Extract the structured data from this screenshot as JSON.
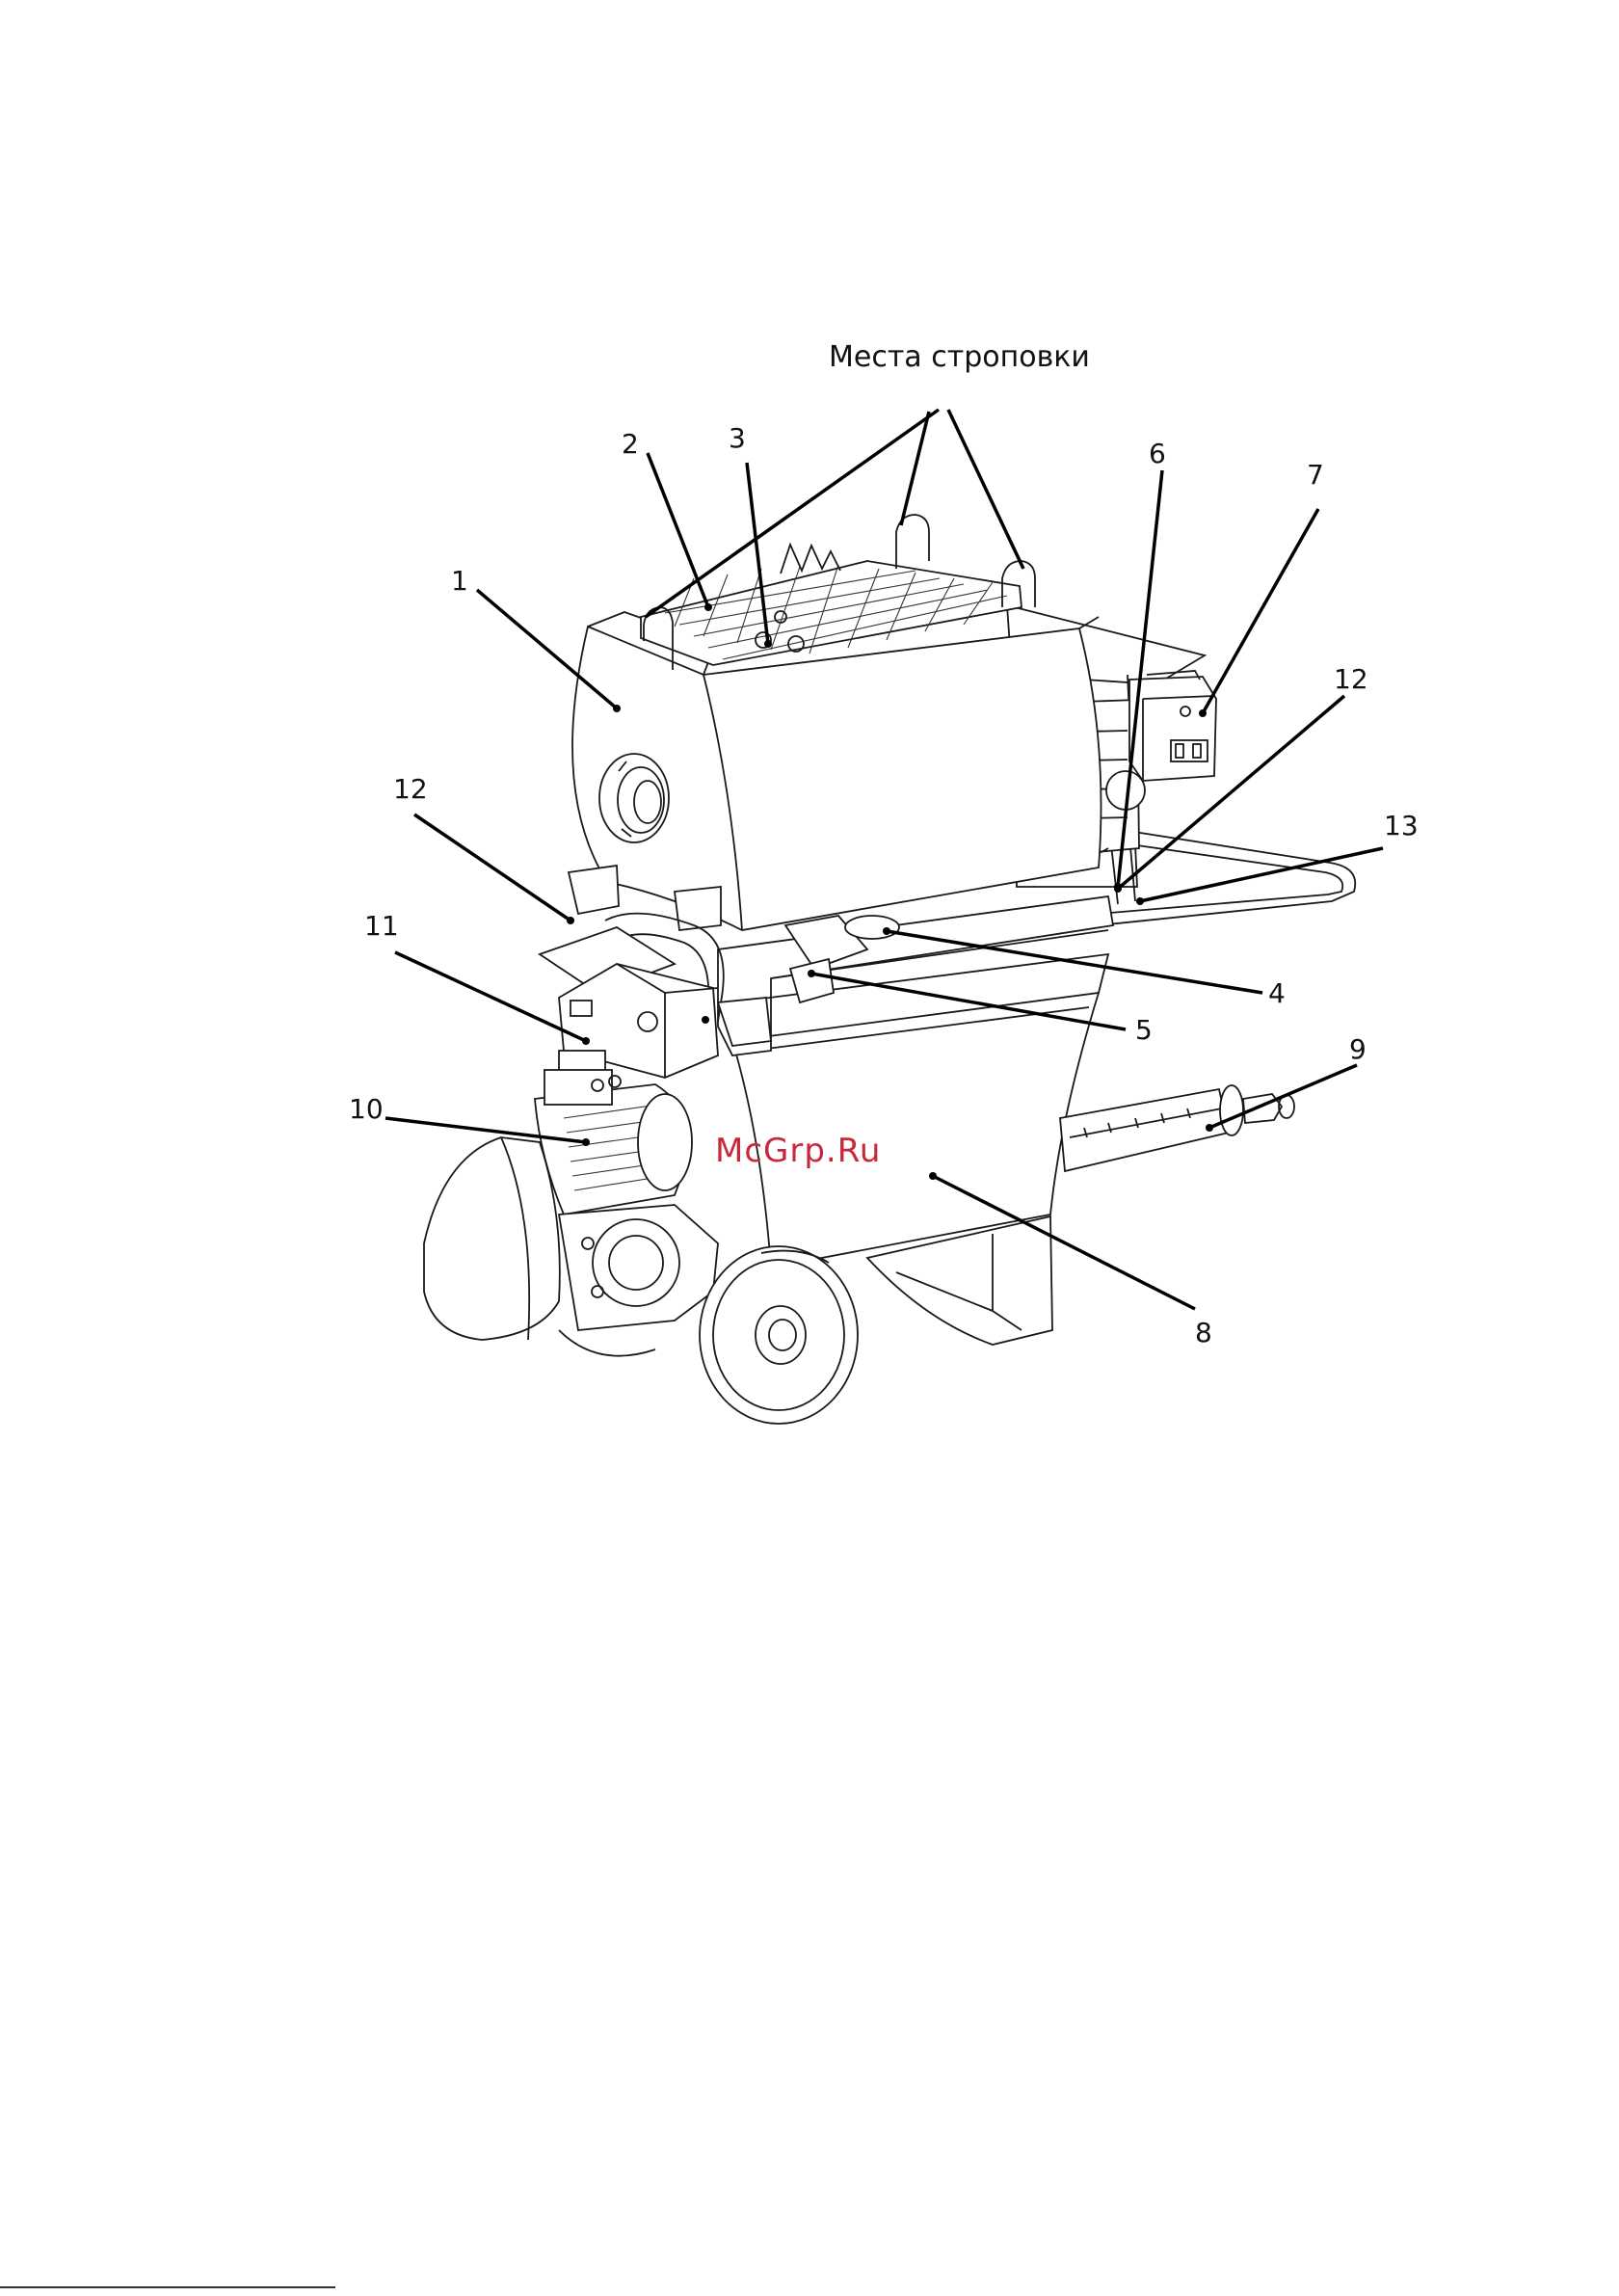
{
  "diagram": {
    "title": "Места строповки",
    "watermark": "McGrp.Ru",
    "callouts": [
      {
        "id": "1",
        "label": "1"
      },
      {
        "id": "2",
        "label": "2"
      },
      {
        "id": "3",
        "label": "3"
      },
      {
        "id": "4",
        "label": "4"
      },
      {
        "id": "5",
        "label": "5"
      },
      {
        "id": "6",
        "label": "6"
      },
      {
        "id": "7",
        "label": "7"
      },
      {
        "id": "8",
        "label": "8"
      },
      {
        "id": "9",
        "label": "9"
      },
      {
        "id": "10",
        "label": "10"
      },
      {
        "id": "11",
        "label": "11"
      },
      {
        "id": "12a",
        "label": "12"
      },
      {
        "id": "12b",
        "label": "12"
      },
      {
        "id": "13",
        "label": "13"
      }
    ]
  },
  "colors": {
    "background": "#ffffff",
    "line": "#1a1a1a",
    "watermark": "#c8283c"
  }
}
